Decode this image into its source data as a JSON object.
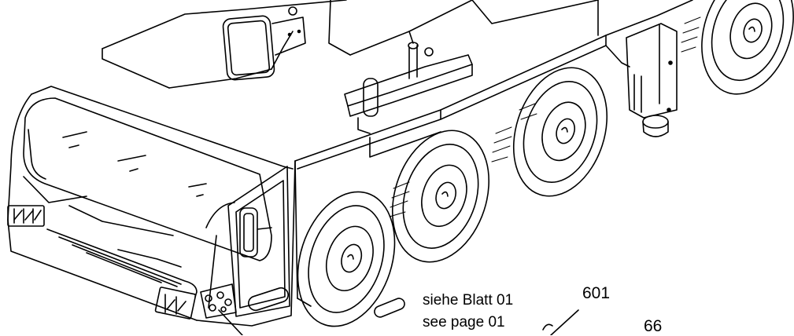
{
  "annotations": {
    "ref_line1": "siehe Blatt 01",
    "ref_line2": "see page 01",
    "part_601": "601",
    "part_66": "66"
  },
  "colors": {
    "line": "#000000",
    "paper": "#ffffff"
  }
}
